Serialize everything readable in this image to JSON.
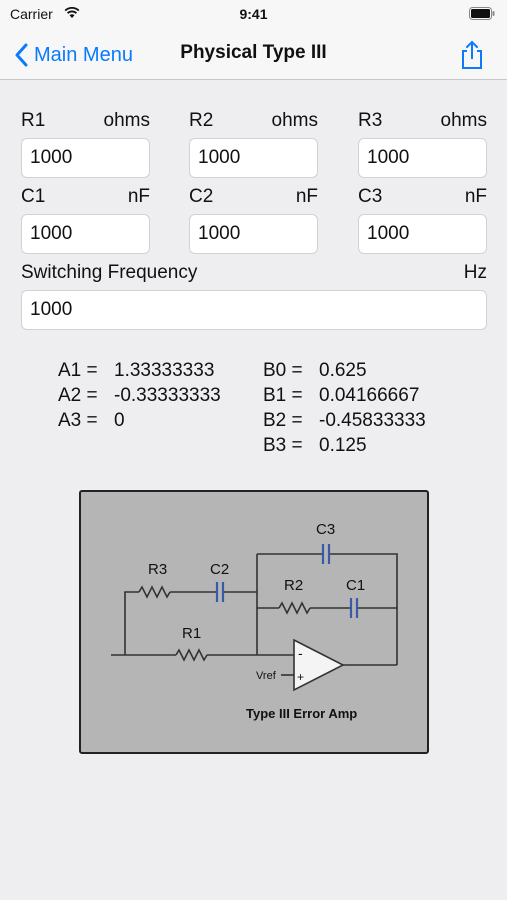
{
  "status_bar": {
    "carrier": "Carrier",
    "time": "9:41"
  },
  "nav": {
    "back_label": "Main Menu",
    "title": "Physical Type III"
  },
  "fields": {
    "r1": {
      "label": "R1",
      "unit": "ohms",
      "value": "1000"
    },
    "r2": {
      "label": "R2",
      "unit": "ohms",
      "value": "1000"
    },
    "r3": {
      "label": "R3",
      "unit": "ohms",
      "value": "1000"
    },
    "c1": {
      "label": "C1",
      "unit": "nF",
      "value": "1000"
    },
    "c2": {
      "label": "C2",
      "unit": "nF",
      "value": "1000"
    },
    "c3": {
      "label": "C3",
      "unit": "nF",
      "value": "1000"
    },
    "freq": {
      "label": "Switching Frequency",
      "unit": "Hz",
      "value": "1000"
    }
  },
  "results": {
    "a1": {
      "label": "A1 =",
      "value": "1.33333333"
    },
    "a2": {
      "label": "A2 =",
      "value": "-0.33333333"
    },
    "a3": {
      "label": "A3 =",
      "value": "0"
    },
    "b0": {
      "label": "B0 =",
      "value": "0.625"
    },
    "b1": {
      "label": "B1 =",
      "value": "0.04166667"
    },
    "b2": {
      "label": "B2 =",
      "value": "-0.45833333"
    },
    "b3": {
      "label": "B3 =",
      "value": "0.125"
    }
  },
  "diagram": {
    "labels": {
      "r1": "R1",
      "r2": "R2",
      "r3": "R3",
      "c1": "C1",
      "c2": "C2",
      "c3": "C3",
      "vref": "Vref",
      "minus": "-",
      "plus": "+",
      "caption": "Type III Error Amp"
    }
  },
  "colors": {
    "accent": "#0a7aff",
    "capacitor": "#3a5aa8"
  }
}
